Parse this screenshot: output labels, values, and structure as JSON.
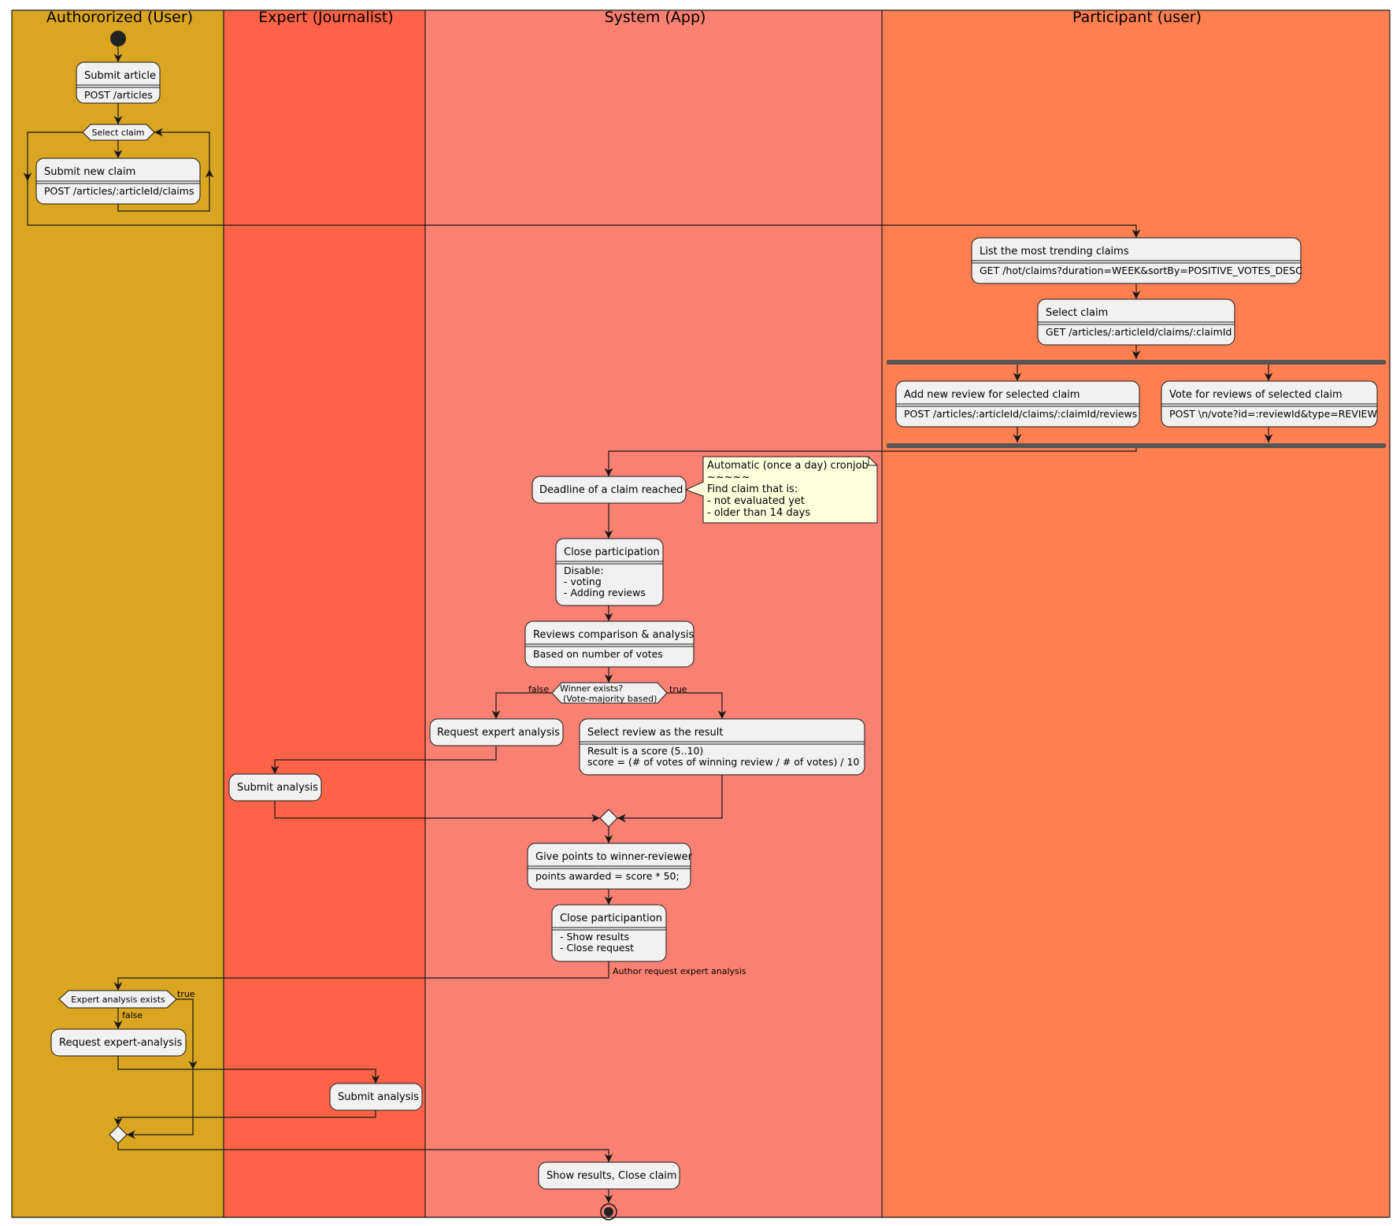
{
  "lanes": [
    {
      "title": "Authororized (User)",
      "color": "#DAA520"
    },
    {
      "title": "Expert (Journalist)",
      "color": "#FF6347"
    },
    {
      "title": "System (App)",
      "color": "#FA8072"
    },
    {
      "title": "Participant (user)",
      "color": "#FF7F50"
    }
  ],
  "author": {
    "submit_article": {
      "title": "Submit article",
      "body": "POST /articles"
    },
    "select_claim_loop": "Select claim",
    "submit_new_claim": {
      "title": "Submit new claim",
      "body": "POST /articles/:articleId/claims"
    },
    "expert_exists": "Expert analysis exists",
    "expert_exists_true": "true",
    "expert_exists_false": "false",
    "request_expert_analysis": "Request expert-analysis"
  },
  "participant": {
    "list_trending": {
      "title": "List the most trending claims",
      "body": "GET /hot/claims?duration=WEEK&sortBy=POSITIVE_VOTES_DESC"
    },
    "select_claim": {
      "title": "Select claim",
      "body": "GET /articles/:articleId/claims/:claimId"
    },
    "add_review": {
      "title": "Add new review for selected claim",
      "body": "POST /articles/:articleId/claims/:claimId/reviews"
    },
    "vote_reviews": {
      "title": "Vote for reviews of selected claim",
      "body": "POST \\n/vote?id=:reviewId&type=REVIEW"
    }
  },
  "system": {
    "deadline": "Deadline of a claim reached",
    "note": {
      "line1": "Automatic (once a day) cronjob",
      "line2": "~~~~~",
      "line3": "Find claim that is:",
      "line4": "- not evaluated yet",
      "line5": "- older than 14 days"
    },
    "close_participation": {
      "title": "Close participation",
      "body1": "Disable:",
      "body2": "- voting",
      "body3": "- Adding reviews"
    },
    "reviews_comparison": {
      "title": "Reviews comparison & analysis",
      "body": "Based on number of votes"
    },
    "winner_exists_1": "Winner exists?",
    "winner_exists_2": "(Vote-majority based)",
    "label_false": "false",
    "label_true": "true",
    "request_expert": "Request expert analysis",
    "select_review": {
      "title": "Select review as the result",
      "body1": "Result is a score (5..10)",
      "body2": "score = (# of votes of winning review / # of votes) / 10"
    },
    "give_points": {
      "title": "Give points to winner-reviewer",
      "body": "points awarded = score * 50;"
    },
    "close_participantion": {
      "title": "Close participantion",
      "body1": "- Show results",
      "body2": "- Close request"
    },
    "author_request_label": "Author request expert analysis",
    "show_results": "Show results, Close claim"
  },
  "expert": {
    "submit_analysis_1": "Submit analysis",
    "submit_analysis_2": "Submit analysis"
  }
}
